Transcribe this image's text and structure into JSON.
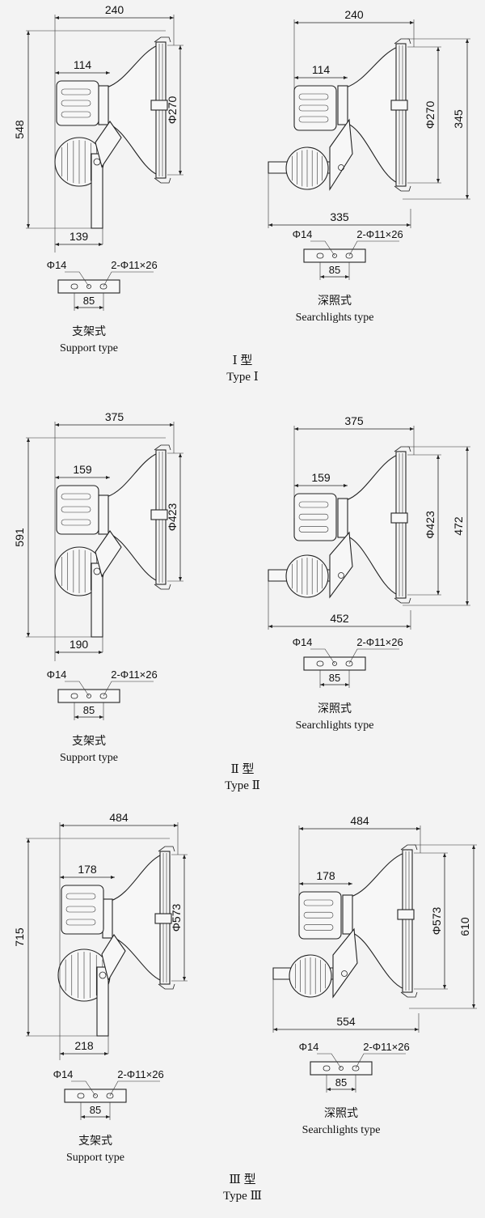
{
  "types": [
    {
      "support": {
        "width": "240",
        "arm": "114",
        "diameter": "Φ270",
        "height": "548",
        "base": "139",
        "bracket": {
          "hole": "Φ14",
          "slots": "2-Φ11×26",
          "spacing": "85"
        },
        "caption_cn": "支架式",
        "caption_en": "Support type"
      },
      "search": {
        "width": "240",
        "arm": "114",
        "diameter": "Φ270",
        "height": "345",
        "base": "335",
        "bracket": {
          "hole": "Φ14",
          "slots": "2-Φ11×26",
          "spacing": "85"
        },
        "caption_cn": "深照式",
        "caption_en": "Searchlights type"
      },
      "title_cn": "Ⅰ 型",
      "title_en": "Type Ⅰ"
    },
    {
      "support": {
        "width": "375",
        "arm": "159",
        "diameter": "Φ423",
        "height": "591",
        "base": "190",
        "bracket": {
          "hole": "Φ14",
          "slots": "2-Φ11×26",
          "spacing": "85"
        },
        "caption_cn": "支架式",
        "caption_en": "Support type"
      },
      "search": {
        "width": "375",
        "arm": "159",
        "diameter": "Φ423",
        "height": "472",
        "base": "452",
        "bracket": {
          "hole": "Φ14",
          "slots": "2-Φ11×26",
          "spacing": "85"
        },
        "caption_cn": "深照式",
        "caption_en": "Searchlights type"
      },
      "title_cn": "Ⅱ 型",
      "title_en": "Type Ⅱ"
    },
    {
      "support": {
        "width": "484",
        "arm": "178",
        "diameter": "Φ573",
        "height": "715",
        "base": "218",
        "bracket": {
          "hole": "Φ14",
          "slots": "2-Φ11×26",
          "spacing": "85"
        },
        "caption_cn": "支架式",
        "caption_en": "Support type"
      },
      "search": {
        "width": "484",
        "arm": "178",
        "diameter": "Φ573",
        "height": "610",
        "base": "554",
        "bracket": {
          "hole": "Φ14",
          "slots": "2-Φ11×26",
          "spacing": "85"
        },
        "caption_cn": "深照式",
        "caption_en": "Searchlights type"
      },
      "title_cn": "Ⅲ 型",
      "title_en": "Type Ⅲ"
    }
  ]
}
